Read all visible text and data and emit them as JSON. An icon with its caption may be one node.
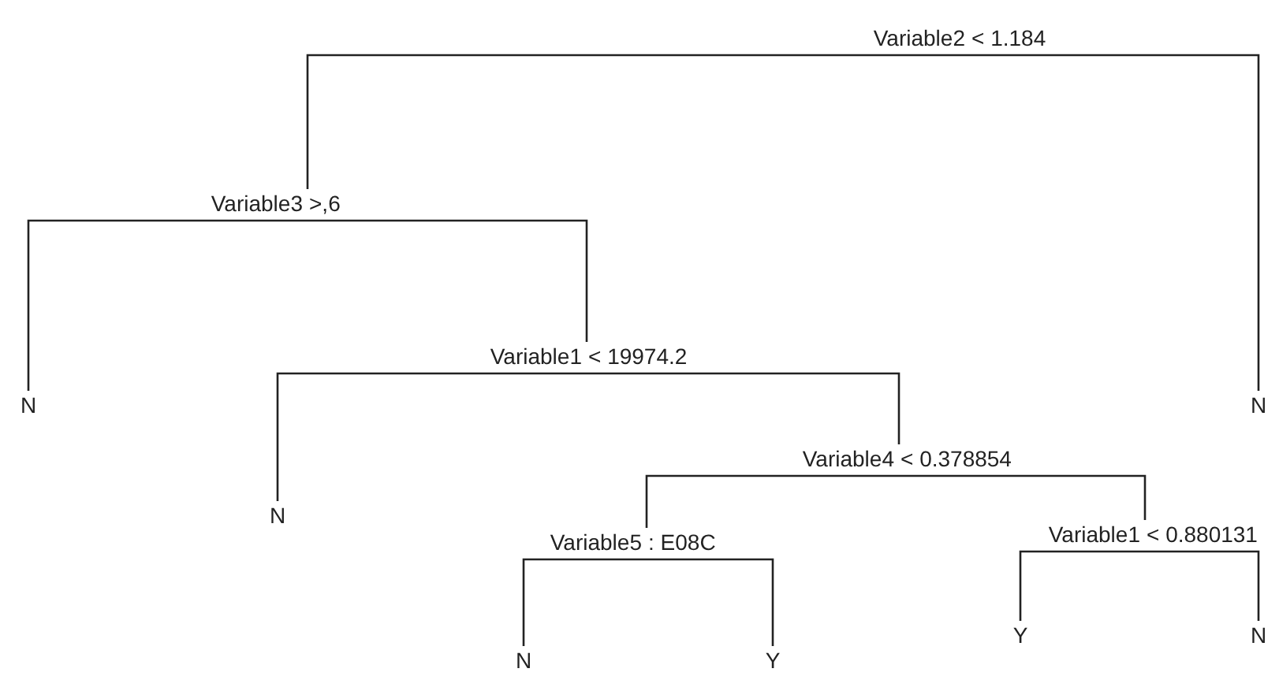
{
  "diagram": {
    "nodes": [
      {
        "text": [
          "Variable2",
          "< 1.184"
        ]
      },
      {
        "text": [
          "Variable3",
          ">,6"
        ]
      },
      {
        "text": [
          "N"
        ]
      },
      {
        "text": [
          "Variable1",
          "< 19974.2"
        ]
      },
      {
        "text": [
          "N"
        ]
      },
      {
        "text": [
          "Variable4",
          "< 0.378854"
        ]
      },
      {
        "text": [
          "Variable5",
          ": E08C"
        ]
      },
      {
        "text": [
          "N"
        ]
      },
      {
        "text": [
          "Y"
        ]
      },
      {
        "text": [
          "Variable1",
          "< 0.880131"
        ]
      },
      {
        "text": [
          "Y"
        ]
      },
      {
        "text": [
          "N"
        ]
      },
      {
        "text": [
          "N"
        ]
      }
    ],
    "edges": [
      {
        "from": 0,
        "to": 1,
        "arrow": "none"
      },
      {
        "from": 0,
        "to": 12,
        "arrow": "none"
      },
      {
        "from": 1,
        "to": 2,
        "arrow": "none"
      },
      {
        "from": 1,
        "to": 3,
        "arrow": "none"
      },
      {
        "from": 3,
        "to": 4,
        "arrow": "none"
      },
      {
        "from": 3,
        "to": 5,
        "arrow": "none"
      },
      {
        "from": 5,
        "to": 6,
        "arrow": "none"
      },
      {
        "from": 5,
        "to": 9,
        "arrow": "none"
      },
      {
        "from": 6,
        "to": 7,
        "arrow": "none"
      },
      {
        "from": 6,
        "to": 8,
        "arrow": "none"
      },
      {
        "from": 9,
        "to": 10,
        "arrow": "none"
      },
      {
        "from": 9,
        "to": 11,
        "arrow": "none"
      }
    ]
  }
}
